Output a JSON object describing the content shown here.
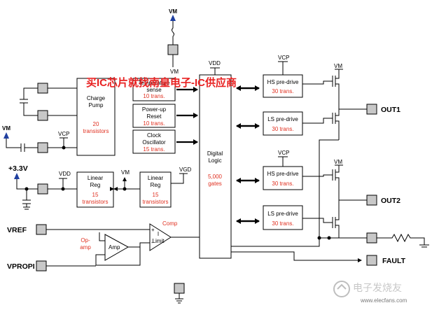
{
  "blocks": {
    "charge_pump": {
      "name": "Charge\nPump",
      "count": "20\ntransistors"
    },
    "temp_sense": {
      "name": "Temperature\nsense",
      "count": "10 trans."
    },
    "power_up": {
      "name": "Power-up\nReset",
      "count": "10 trans."
    },
    "clock_osc": {
      "name": "Clock\nOscillator",
      "count": "15 trans."
    },
    "digital_logic": {
      "name": "Digital\nLogic",
      "count": "5,000\ngates"
    },
    "linear_reg_1": {
      "name": "Linear\nReg",
      "count": "15\ntransistors"
    },
    "linear_reg_2": {
      "name": "Linear\nReg",
      "count": "15\ntransistors"
    },
    "hs_predrive_1": {
      "name": "HS pre-drive",
      "count": "30 trans."
    },
    "ls_predrive_1": {
      "name": "LS pre-drive",
      "count": "30 trans."
    },
    "hs_predrive_2": {
      "name": "HS pre-drive",
      "count": "30 trans."
    },
    "ls_predrive_2": {
      "name": "LS pre-drive",
      "count": "30 trans."
    },
    "amp": "Amp",
    "limit": "I\nLimit"
  },
  "labels": {
    "vm_top": "VM",
    "vm_top_below": "VM",
    "vm_left": "VM",
    "vm_reg": "VM",
    "vm_out_1": "VM",
    "vm_out_2": "VM",
    "vdd_logic": "VDD",
    "vdd_reg": "VDD",
    "vgd": "VGD",
    "vcp_cp": "VCP",
    "vcp_hs1": "VCP",
    "vcp_hs2": "VCP",
    "plus_3v3": "+3.3V",
    "comp": "Comp",
    "op_amp": "Op-\namp",
    "plus": "+",
    "minus": "-"
  },
  "pins": {
    "out1": "OUT1",
    "out2": "OUT2",
    "fault": "FAULT",
    "vref": "VREF",
    "vpropi": "VPROPI"
  },
  "watermark": {
    "banner": "买IC芯片就找南皇电子-IC供应商",
    "logo_text": "电子发烧友",
    "logo_url": "www.elecfans.com"
  }
}
